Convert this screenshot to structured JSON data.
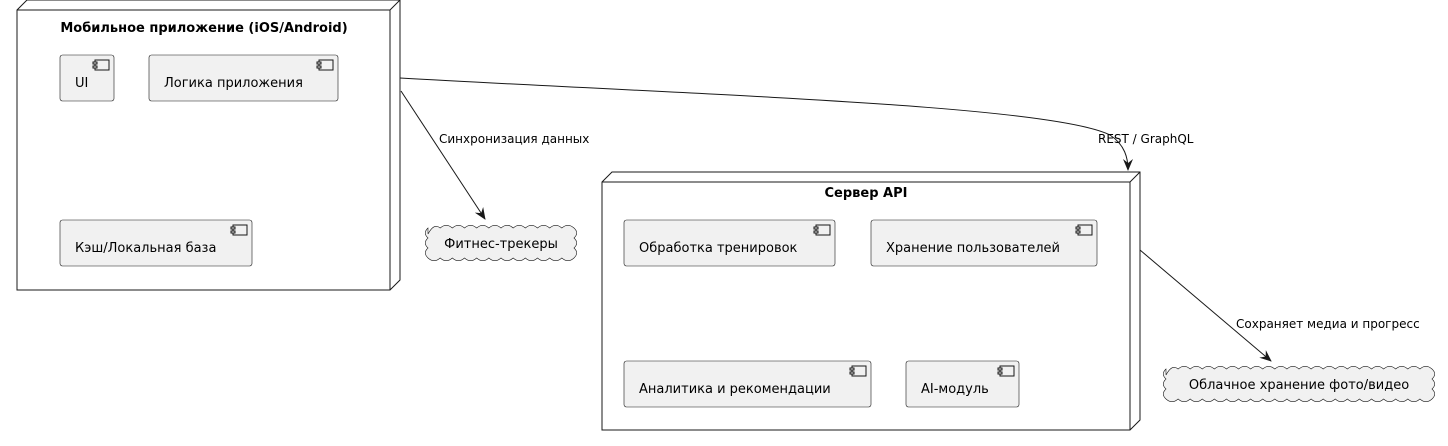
{
  "nodes": {
    "mobile": {
      "title": "Мобильное приложение (iOS/Android)",
      "components": {
        "ui": "UI",
        "app_logic": "Логика приложения",
        "cache": "Кэш/Локальная база"
      }
    },
    "server": {
      "title": "Сервер API",
      "components": {
        "workouts": "Обработка тренировок",
        "users": "Хранение пользователей",
        "analytics": "Аналитика и рекомендации",
        "ai": "AI-модуль"
      }
    }
  },
  "clouds": {
    "trackers": "Фитнес-трекеры",
    "storage": "Облачное хранение фото/видео"
  },
  "edges": {
    "mobile_to_server": "REST / GraphQL",
    "mobile_to_trackers": "Синхронизация данных",
    "server_to_storage": "Сохраняет медиа и прогресс"
  },
  "colors": {
    "component_fill": "#f1f1f1",
    "component_stroke": "#181818",
    "background": "#ffffff"
  }
}
